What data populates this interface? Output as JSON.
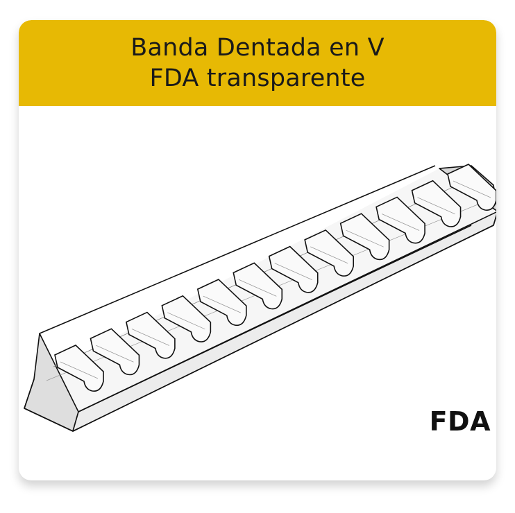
{
  "header": {
    "title_line1": "Banda Dentada en V",
    "title_line2": "FDA transparente"
  },
  "badge": {
    "text": "FDA"
  },
  "colors": {
    "header_bg": "#e7b904",
    "outline": "#111111",
    "belt_fill": "#f4f4f4",
    "belt_shade": "#dcdcdc"
  },
  "illustration": {
    "subject": "v-belt-toothed-icon",
    "tooth_count": 12
  }
}
